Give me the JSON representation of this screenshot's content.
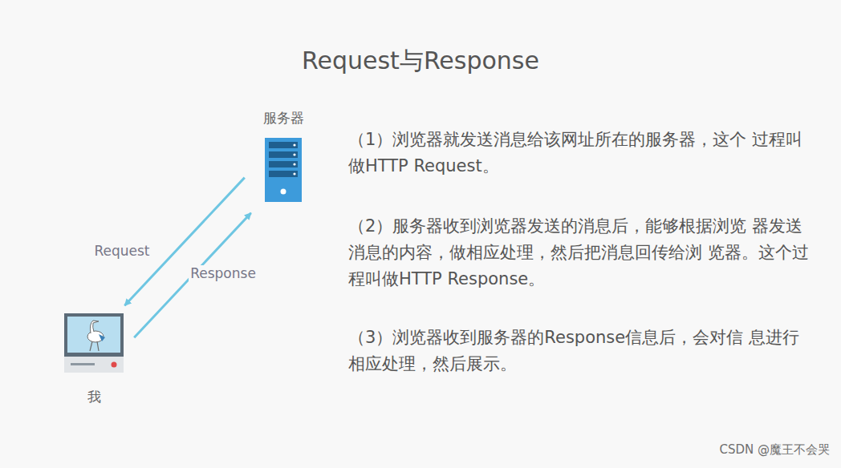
{
  "diagram": {
    "title": "Request与Response",
    "nodes": [
      {
        "text": [
          "服务器"
        ]
      },
      {
        "text": [
          "我"
        ]
      }
    ],
    "edges": [
      {
        "from": 1,
        "to": 0,
        "label": "Request",
        "arrow": "to"
      },
      {
        "from": 0,
        "to": 1,
        "label": "Response",
        "arrow": "to"
      }
    ],
    "labels": [
      "（1）浏览器就发送消息给该网址所在的服务器，这个 过程叫做HTTP Request。",
      "（2）服务器收到浏览器发送的消息后，能够根据浏览 器发送消息的内容，做相应处理，然后把消息回传给浏 览器。这个过程叫做HTTP Response。",
      "（3）浏览器收到服务器的Response信息后，会对信 息进行相应处理，然后展示。",
      "CSDN @魔王不会哭"
    ]
  }
}
